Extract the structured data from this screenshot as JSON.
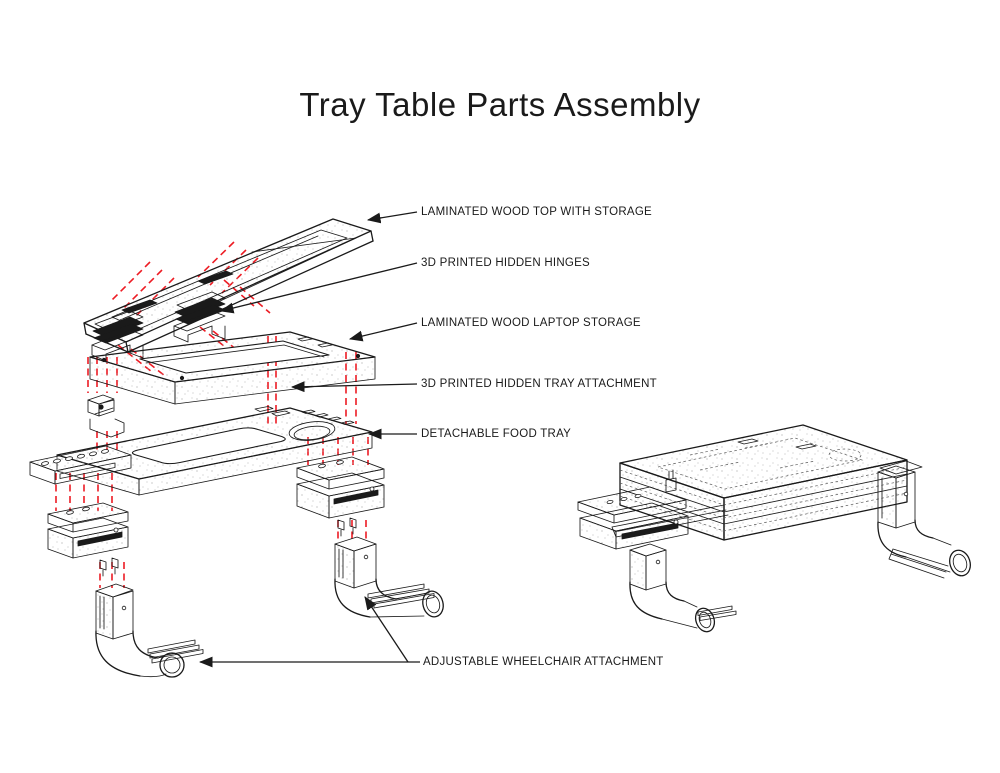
{
  "title": "Tray Table Parts Assembly",
  "labels": {
    "top": "LAMINATED WOOD TOP WITH STORAGE",
    "hinges": "3D PRINTED HIDDEN HINGES",
    "storage": "LAMINATED WOOD LAPTOP STORAGE",
    "tray_attachment": "3D PRINTED HIDDEN TRAY ATTACHMENT",
    "food_tray": "DETACHABLE FOOD TRAY",
    "wheelchair": "ADJUSTABLE WHEELCHAIR ATTACHMENT"
  },
  "colors": {
    "background": "#ffffff",
    "line": "#1a1a1a",
    "text": "#1a1a1a",
    "alignment_guides": "#ed1c24"
  }
}
